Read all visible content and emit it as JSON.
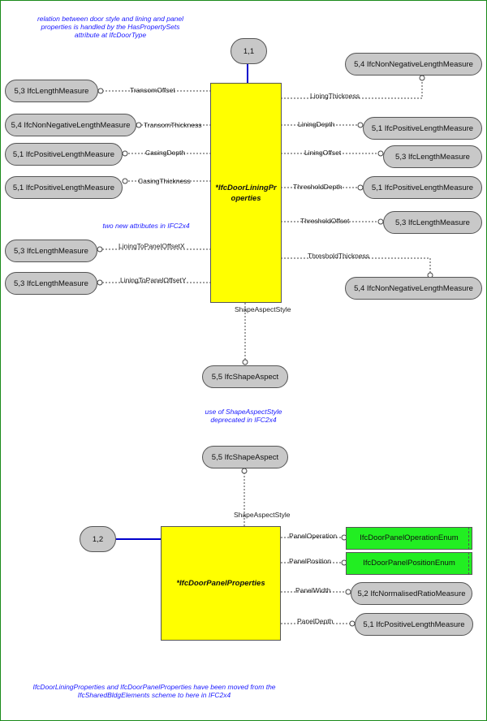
{
  "notes": {
    "door_style": "relation between door style and lining and panel\nproperties is handled by the HasPropertySets\nattribute at IfcDoorType",
    "new_attributes": "two new attributes in IFC2x4",
    "shape_aspect_deprecated": "use of ShapeAspectStyle\ndeprecated in IFC2x4",
    "moved": "IfcDoorLiningProperties and IfcDoorPanelProperties have been moved from the\nIfcSharedBldgElements scheme to here in IFC2x4"
  },
  "refs": {
    "page_ref_top": "1,1",
    "page_ref_bottom": "1,2"
  },
  "entities": {
    "lining": "*IfcDoorLiningProperties",
    "panel": "*IfcDoorPanelProperties"
  },
  "lining_left": [
    {
      "attr": "TransomOffset",
      "type": "5,3 IfcLengthMeasure"
    },
    {
      "attr": "TransomThickness",
      "type": "5,4 IfcNonNegativeLengthMeasure"
    },
    {
      "attr": "CasingDepth",
      "type": "5,1 IfcPositiveLengthMeasure"
    },
    {
      "attr": "CasingThickness",
      "type": "5,1 IfcPositiveLengthMeasure"
    },
    {
      "attr": "LiningToPanelOffsetX",
      "type": "5,3 IfcLengthMeasure"
    },
    {
      "attr": "LiningToPanelOffsetY",
      "type": "5,3 IfcLengthMeasure"
    }
  ],
  "lining_right": [
    {
      "attr": "LiningThickness",
      "type": "5,4 IfcNonNegativeLengthMeasure"
    },
    {
      "attr": "LiningDepth",
      "type": "5,1 IfcPositiveLengthMeasure"
    },
    {
      "attr": "LiningOffset",
      "type": "5,3 IfcLengthMeasure"
    },
    {
      "attr": "ThresholdDepth",
      "type": "5,1 IfcPositiveLengthMeasure"
    },
    {
      "attr": "ThresholdOffset",
      "type": "5,3 IfcLengthMeasure"
    },
    {
      "attr": "ThresholdThickness",
      "type": "5,4 IfcNonNegativeLengthMeasure"
    }
  ],
  "lining_bottom": {
    "attr": "ShapeAspectStyle",
    "type": "5,5 IfcShapeAspect"
  },
  "panel_top": {
    "attr": "ShapeAspectStyle",
    "type": "5,5 IfcShapeAspect"
  },
  "panel_right": [
    {
      "attr": "PanelOperation",
      "type": "IfcDoorPanelOperationEnum"
    },
    {
      "attr": "PanelPosition",
      "type": "IfcDoorPanelPositionEnum"
    },
    {
      "attr": "PanelWidth",
      "type": "5,2 IfcNormalisedRatioMeasure"
    },
    {
      "attr": "PanelDepth",
      "type": "5,1 IfcPositiveLengthMeasure"
    }
  ],
  "colors": {
    "entity": "#ffff00",
    "enum": "#22ee22",
    "type": "#c8c8c8",
    "note": "#1a1aff",
    "link": "#0000cc",
    "frame": "#1a8a1a"
  }
}
